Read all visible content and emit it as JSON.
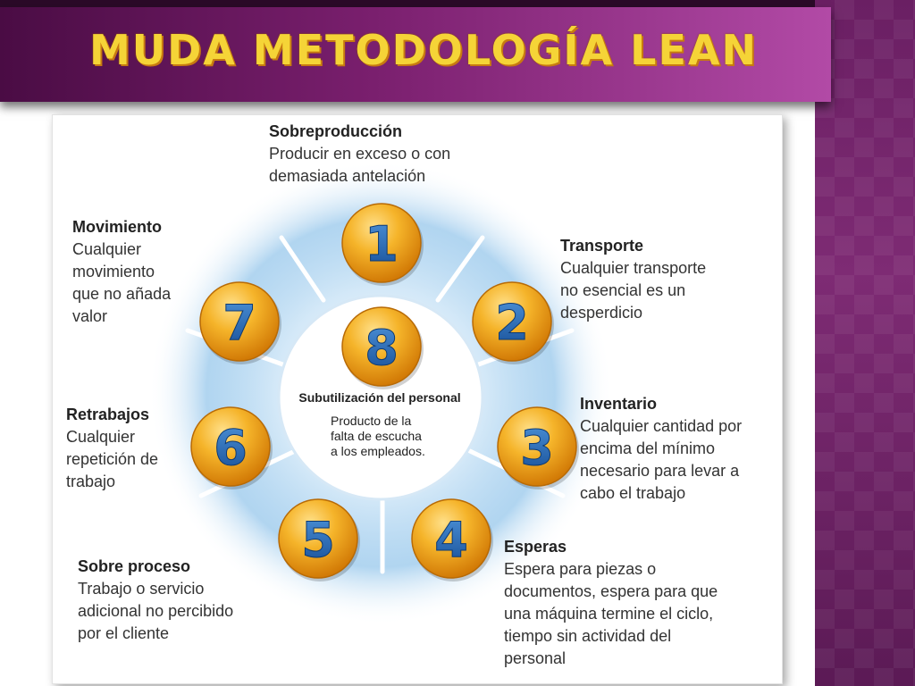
{
  "slide": {
    "title": "MUDA METODOLOGÍA LEAN"
  },
  "colors": {
    "title_text": "#f5d437",
    "banner_start": "#4a0c44",
    "banner_end": "#b24aa6",
    "circle_orange": "#f0a020",
    "number_blue": "#1f5fae",
    "glow_blue": "#8fc3ea"
  },
  "center": {
    "number": "8",
    "title": "Subutilización del personal",
    "description": "Producto de la\nfalta de escucha\na los empleados."
  },
  "wastes": [
    {
      "number": "1",
      "title": "Sobreproducción",
      "description": "Producir en exceso o con\ndemasiada antelación"
    },
    {
      "number": "2",
      "title": "Transporte",
      "description": "Cualquier transporte\nno esencial es un\ndesperdicio"
    },
    {
      "number": "3",
      "title": "Inventario",
      "description": "Cualquier cantidad por\nencima del mínimo\nnecesario para levar a\ncabo el trabajo"
    },
    {
      "number": "4",
      "title": "Esperas",
      "description": "Espera para piezas o\ndocumentos, espera para que\nuna máquina termine el ciclo,\ntiempo sin actividad del\npersonal"
    },
    {
      "number": "5",
      "title": "Sobre proceso",
      "description": "Trabajo o servicio\nadicional no percibido\npor el cliente"
    },
    {
      "number": "6",
      "title": "Retrabajos",
      "description": "Cualquier\nrepetición de\ntrabajo"
    },
    {
      "number": "7",
      "title": "Movimiento",
      "description": "Cualquier\nmovimiento\nque no añada\nvalor"
    }
  ]
}
